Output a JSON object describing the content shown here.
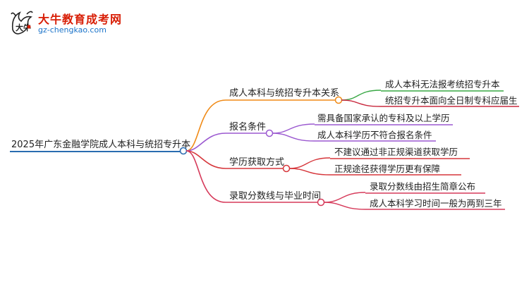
{
  "logo": {
    "title": "大牛教育成考网",
    "url": "gz-chengkao.com",
    "mark_text": "大牛"
  },
  "colors": {
    "root": "#2a6cb0",
    "branch_1": "#f08a16",
    "branch_2": "#9b59d0",
    "branch_3": "#d6363b",
    "branch_4": "#d63a5a",
    "leaf_1a": "#39a845",
    "leaf_1b": "#c8283d"
  },
  "mindmap": {
    "root": {
      "label": "2025年广东金融学院成人本科与统招专升本"
    },
    "branches": [
      {
        "label": "成人本科与统招专升本关系",
        "children": [
          "成人本科无法报考统招专升本",
          "统招专升本面向全日制专科应届生"
        ]
      },
      {
        "label": "报名条件",
        "children": [
          "需具备国家承认的专科及以上学历",
          "成人本科学历不符合报名条件"
        ]
      },
      {
        "label": "学历获取方式",
        "children": [
          "不建议通过非正规渠道获取学历",
          "正规途径获得学历更有保障"
        ]
      },
      {
        "label": "录取分数线与毕业时间",
        "children": [
          "录取分数线由招生简章公布",
          "成人本科学习时间一般为两到三年"
        ]
      }
    ]
  }
}
